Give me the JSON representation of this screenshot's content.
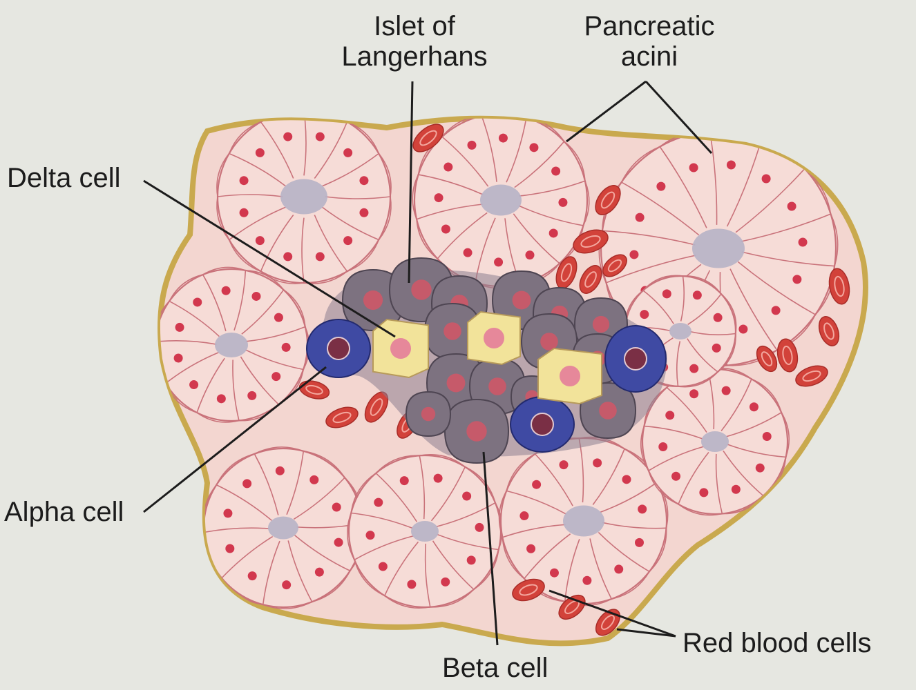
{
  "labels": {
    "islet": [
      "Islet of",
      "Langerhans"
    ],
    "pancreatic_acini": [
      "Pancreatic",
      "acini"
    ],
    "delta_cell": "Delta cell",
    "alpha_cell": "Alpha cell",
    "beta_cell": "Beta cell",
    "red_blood_cells": "Red blood cells"
  },
  "colors": {
    "background": "#e6e7e1",
    "tissue_fill": "#f3d6d0",
    "tissue_outline": "#c9a94e",
    "acinar_cell_fill": "#f6dcd7",
    "acinar_cell_line": "#c9727a",
    "nucleus": "#d2384e",
    "lumen": "#b7b3c7",
    "beta_cell": "#7d7280",
    "alpha_cell": "#3f4aa3",
    "delta_cell": "#f2e39a",
    "red_blood_cell": "#d2423a",
    "leader_line": "#1c1c1c"
  }
}
